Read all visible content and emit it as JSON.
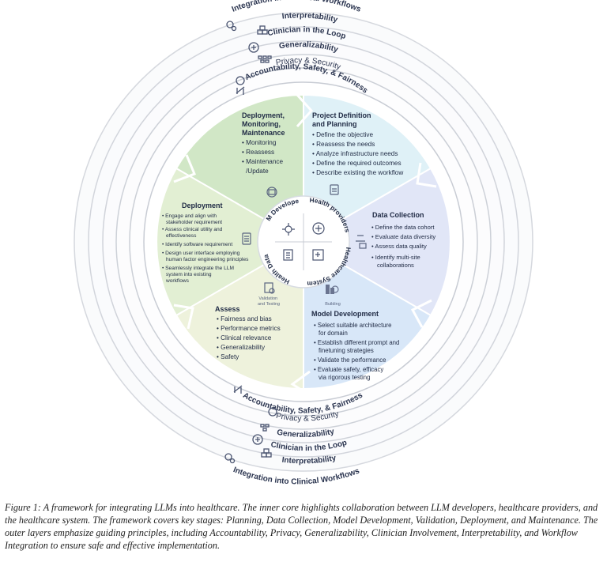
{
  "outer_layers": [
    {
      "label": "Integration into Clinical Workflows",
      "icon": "gears-icon"
    },
    {
      "label": "Interpretability",
      "icon": "blocks-icon"
    },
    {
      "label": "Clinician in the Loop",
      "icon": "cycle-icon"
    },
    {
      "label": "Generalizability",
      "icon": "network-icon"
    },
    {
      "label": "Privacy & Security",
      "icon": "shield-lock-icon"
    },
    {
      "label": "Accountability, Safety, & Fairness",
      "icon": "scales-icon"
    }
  ],
  "stages": {
    "deployment_monitoring": {
      "title_lines": [
        "Deployment,",
        "Monitoring,",
        "Maintenance"
      ],
      "items": [
        "• Monitoring",
        "• Reassess",
        "• Maintenance",
        "/Update"
      ]
    },
    "project_definition": {
      "title_lines": [
        "Project Definition",
        "and Planning"
      ],
      "items": [
        "• Define the objective",
        "• Reassess the needs",
        "• Analyze infrastructure needs",
        "• Define the required outcomes",
        "• Describe existing the workflow"
      ]
    },
    "data_collection": {
      "title_lines": [
        "Data Collection"
      ],
      "items": [
        "• Define the data cohort",
        "• Evaluate data diversity",
        "• Assess data quality",
        "• Identify multi-site",
        "collaborations"
      ]
    },
    "model_development": {
      "title_lines": [
        "Model Development"
      ],
      "items": [
        "• Select suitable architecture",
        "for domain",
        "• Establish different prompt and",
        "finetuning strategies",
        "• Validate the performance",
        "• Evaluate safety, efficacy",
        "via rigorous testing"
      ],
      "icon_label": "Building"
    },
    "assess": {
      "title_lines": [
        "Assess"
      ],
      "items": [
        "• Fairness and bias",
        "• Performance metrics",
        "• Clinical relevance",
        "• Generalizability",
        "• Safety"
      ],
      "icon_label_lines": [
        "Validation",
        "and Testing"
      ]
    },
    "deployment": {
      "title_lines": [
        "Deployment"
      ],
      "items": [
        "• Engage and align with",
        "stakeholder requirement",
        "• Assess clinical utility and",
        "effectiveness",
        "• Identify software requirement",
        "• Design user interface employing",
        "human factor engineering principles",
        "• Seamlessly integrate the LLM",
        "system into existing",
        "workflows"
      ]
    }
  },
  "core": {
    "labels": [
      "LLM Developers",
      "Health providers",
      "Healthcare System",
      "Health Data"
    ]
  },
  "caption": "Figure 1: A framework for integrating LLMs into healthcare. The inner core highlights collaboration between LLM developers, healthcare providers, and the healthcare system. The framework covers key stages: Planning, Data Collection, Model Development, Validation, Deployment, and Maintenance. The outer layers emphasize guiding principles, including Accountability, Privacy, Generalizability, Clinician Involvement, Interpretability, and Workflow Integration to ensure safe and effective implementation.",
  "colors": {
    "green_dark": "#cfe5c4",
    "green_light": "#e3eed2",
    "lime": "#eef2dc",
    "cyan": "#dcf0f6",
    "periwinkle": "#dde3f6",
    "blue": "#d6e6f7",
    "ring_line": "#c9cdd6",
    "text_dark": "#1f2a44"
  }
}
